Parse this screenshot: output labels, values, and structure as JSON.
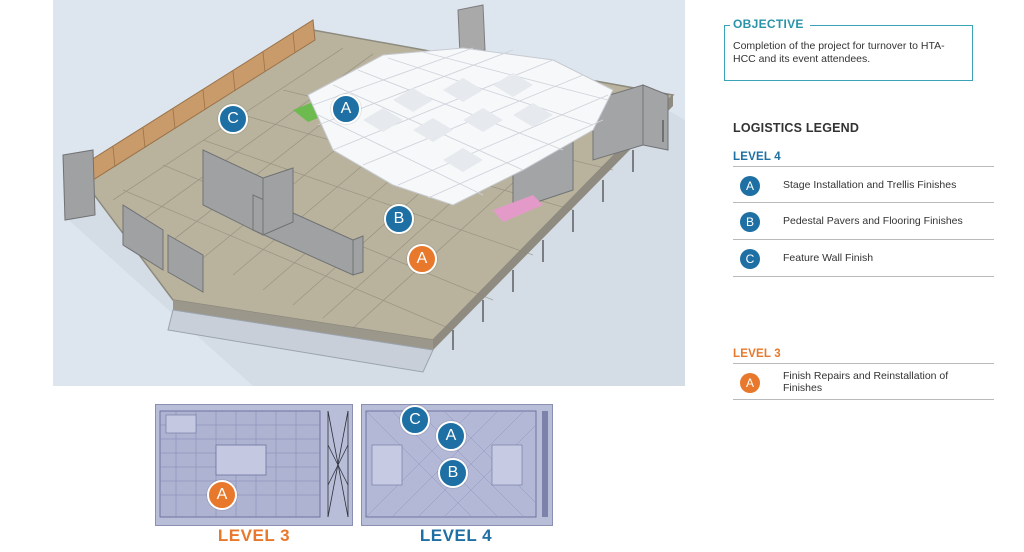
{
  "objective": {
    "title": "OBJECTIVE",
    "text": "Completion of the project for turnover to HTA-HCC and its event attendees."
  },
  "legend": {
    "title": "LOGISTICS LEGEND",
    "level4": {
      "title": "LEVEL 4",
      "items": [
        {
          "badge": "A",
          "text": "Stage Installation and Trellis Finishes"
        },
        {
          "badge": "B",
          "text": "Pedestal Pavers and Flooring Finishes"
        },
        {
          "badge": "C",
          "text": "Feature Wall Finish"
        }
      ]
    },
    "level3": {
      "title": "LEVEL 3",
      "items": [
        {
          "badge": "A",
          "text": "Finish Repairs and Reinstallation of Finishes"
        }
      ]
    }
  },
  "render_markers": [
    {
      "label": "C",
      "color": "#1e6fa3"
    },
    {
      "label": "A",
      "color": "#1e6fa3"
    },
    {
      "label": "B",
      "color": "#1e6fa3"
    },
    {
      "label": "A",
      "color": "#e8782b"
    }
  ],
  "plans": {
    "level3": {
      "label": "LEVEL 3",
      "markers": [
        "A"
      ]
    },
    "level4": {
      "label": "LEVEL 4",
      "markers": [
        "C",
        "A",
        "B"
      ]
    }
  },
  "colors": {
    "blue": "#1e6fa3",
    "orange": "#e8782b",
    "teal": "#2a93a8"
  }
}
